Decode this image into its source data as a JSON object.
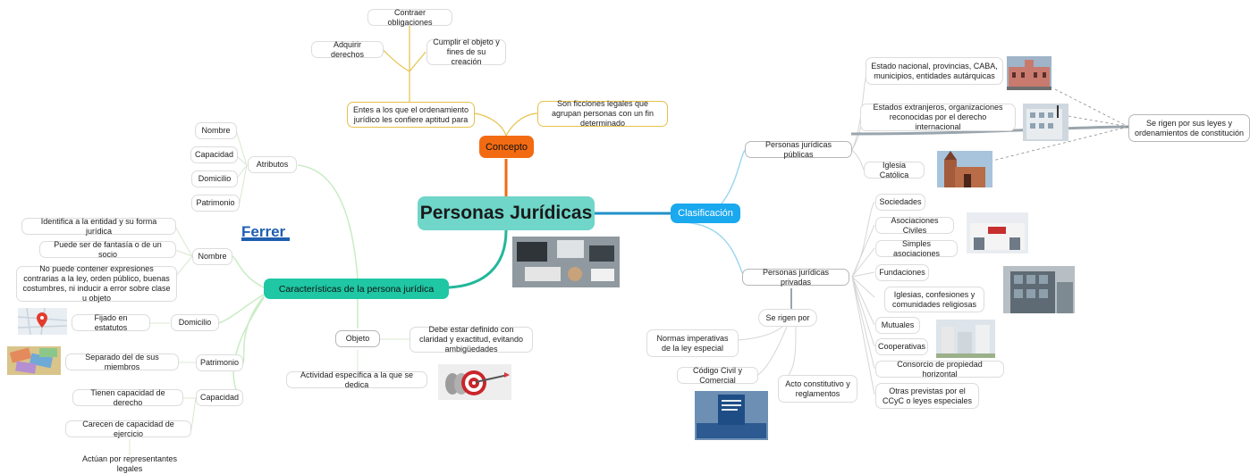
{
  "central": "Personas Jurídicas",
  "concepto": {
    "title": "Concepto",
    "entes": "Entes a los que el ordenamiento jurídico les confiere aptitud para",
    "ficciones": "Son ficciones legales que agrupan personas con un fin determinado",
    "contraer": "Contraer obligaciones",
    "adquirir": "Adquirir derechos",
    "cumplir": "Cumplir el objeto y fines de su creación"
  },
  "caracteristicas": {
    "title": "Características de la persona jurídica",
    "atributos": {
      "label": "Atributos",
      "items": [
        "Nombre",
        "Capacidad",
        "Domicilio",
        "Patrimonio"
      ]
    },
    "nombre": {
      "label": "Nombre",
      "items": [
        "Identifica a la entidad y su forma jurídica",
        "Puede ser de fantasía o de un socio",
        "No puede contener expresiones contrarias a la ley, orden público, buenas costumbres, ni inducir a error sobre clase u objeto"
      ],
      "logo": "Ferrer"
    },
    "domicilio": {
      "label": "Domicilio",
      "item": "Fijado en estatutos"
    },
    "patrimonio": {
      "label": "Patrimonio",
      "item": "Separado del de sus miembros"
    },
    "capacidad": {
      "label": "Capacidad",
      "items": [
        "Tienen capacidad de derecho",
        "Carecen de capacidad de ejercicio",
        "Actúan por representantes legales"
      ]
    },
    "objeto": {
      "label": "Objeto",
      "definido": "Debe estar definido con claridad y exactitud, evitando ambigüedades",
      "actividad": "Actividad específica a la que se dedica"
    }
  },
  "clasificacion": {
    "title": "Clasificación",
    "publicas": {
      "label": "Personas jurídicas públicas",
      "items": [
        "Estado nacional, provincias, CABA, municipios, entidades autárquicas",
        "Estados extranjeros, organizaciones reconocidas por el derecho internacional",
        "Iglesia Católica"
      ],
      "rigen": "Se rigen por sus leyes y ordenamientos de constitución"
    },
    "privadas": {
      "label": "Personas jurídicas privadas",
      "items": [
        "Sociedades",
        "Asociaciones Civiles",
        "Simples asociaciones",
        "Fundaciones",
        "Iglesias, confesiones y comunidades religiosas",
        "Mutuales",
        "Cooperativas",
        "Consorcio de propiedad horizontal",
        "Otras previstas por el CCyC o leyes especiales"
      ],
      "rigen": {
        "label": "Se rigen por",
        "normas": "Normas imperativas de la ley especial",
        "codigo": "Código Civil y Comercial",
        "acto": "Acto constitutivo y reglamentos"
      }
    }
  },
  "colors": {
    "central": "#6fd6c9",
    "concepto": "#f26b12",
    "caracteristicas": "#1fc7a4",
    "clasificacion": "#1aa8ee",
    "concepto_border": "#e7c14a"
  }
}
